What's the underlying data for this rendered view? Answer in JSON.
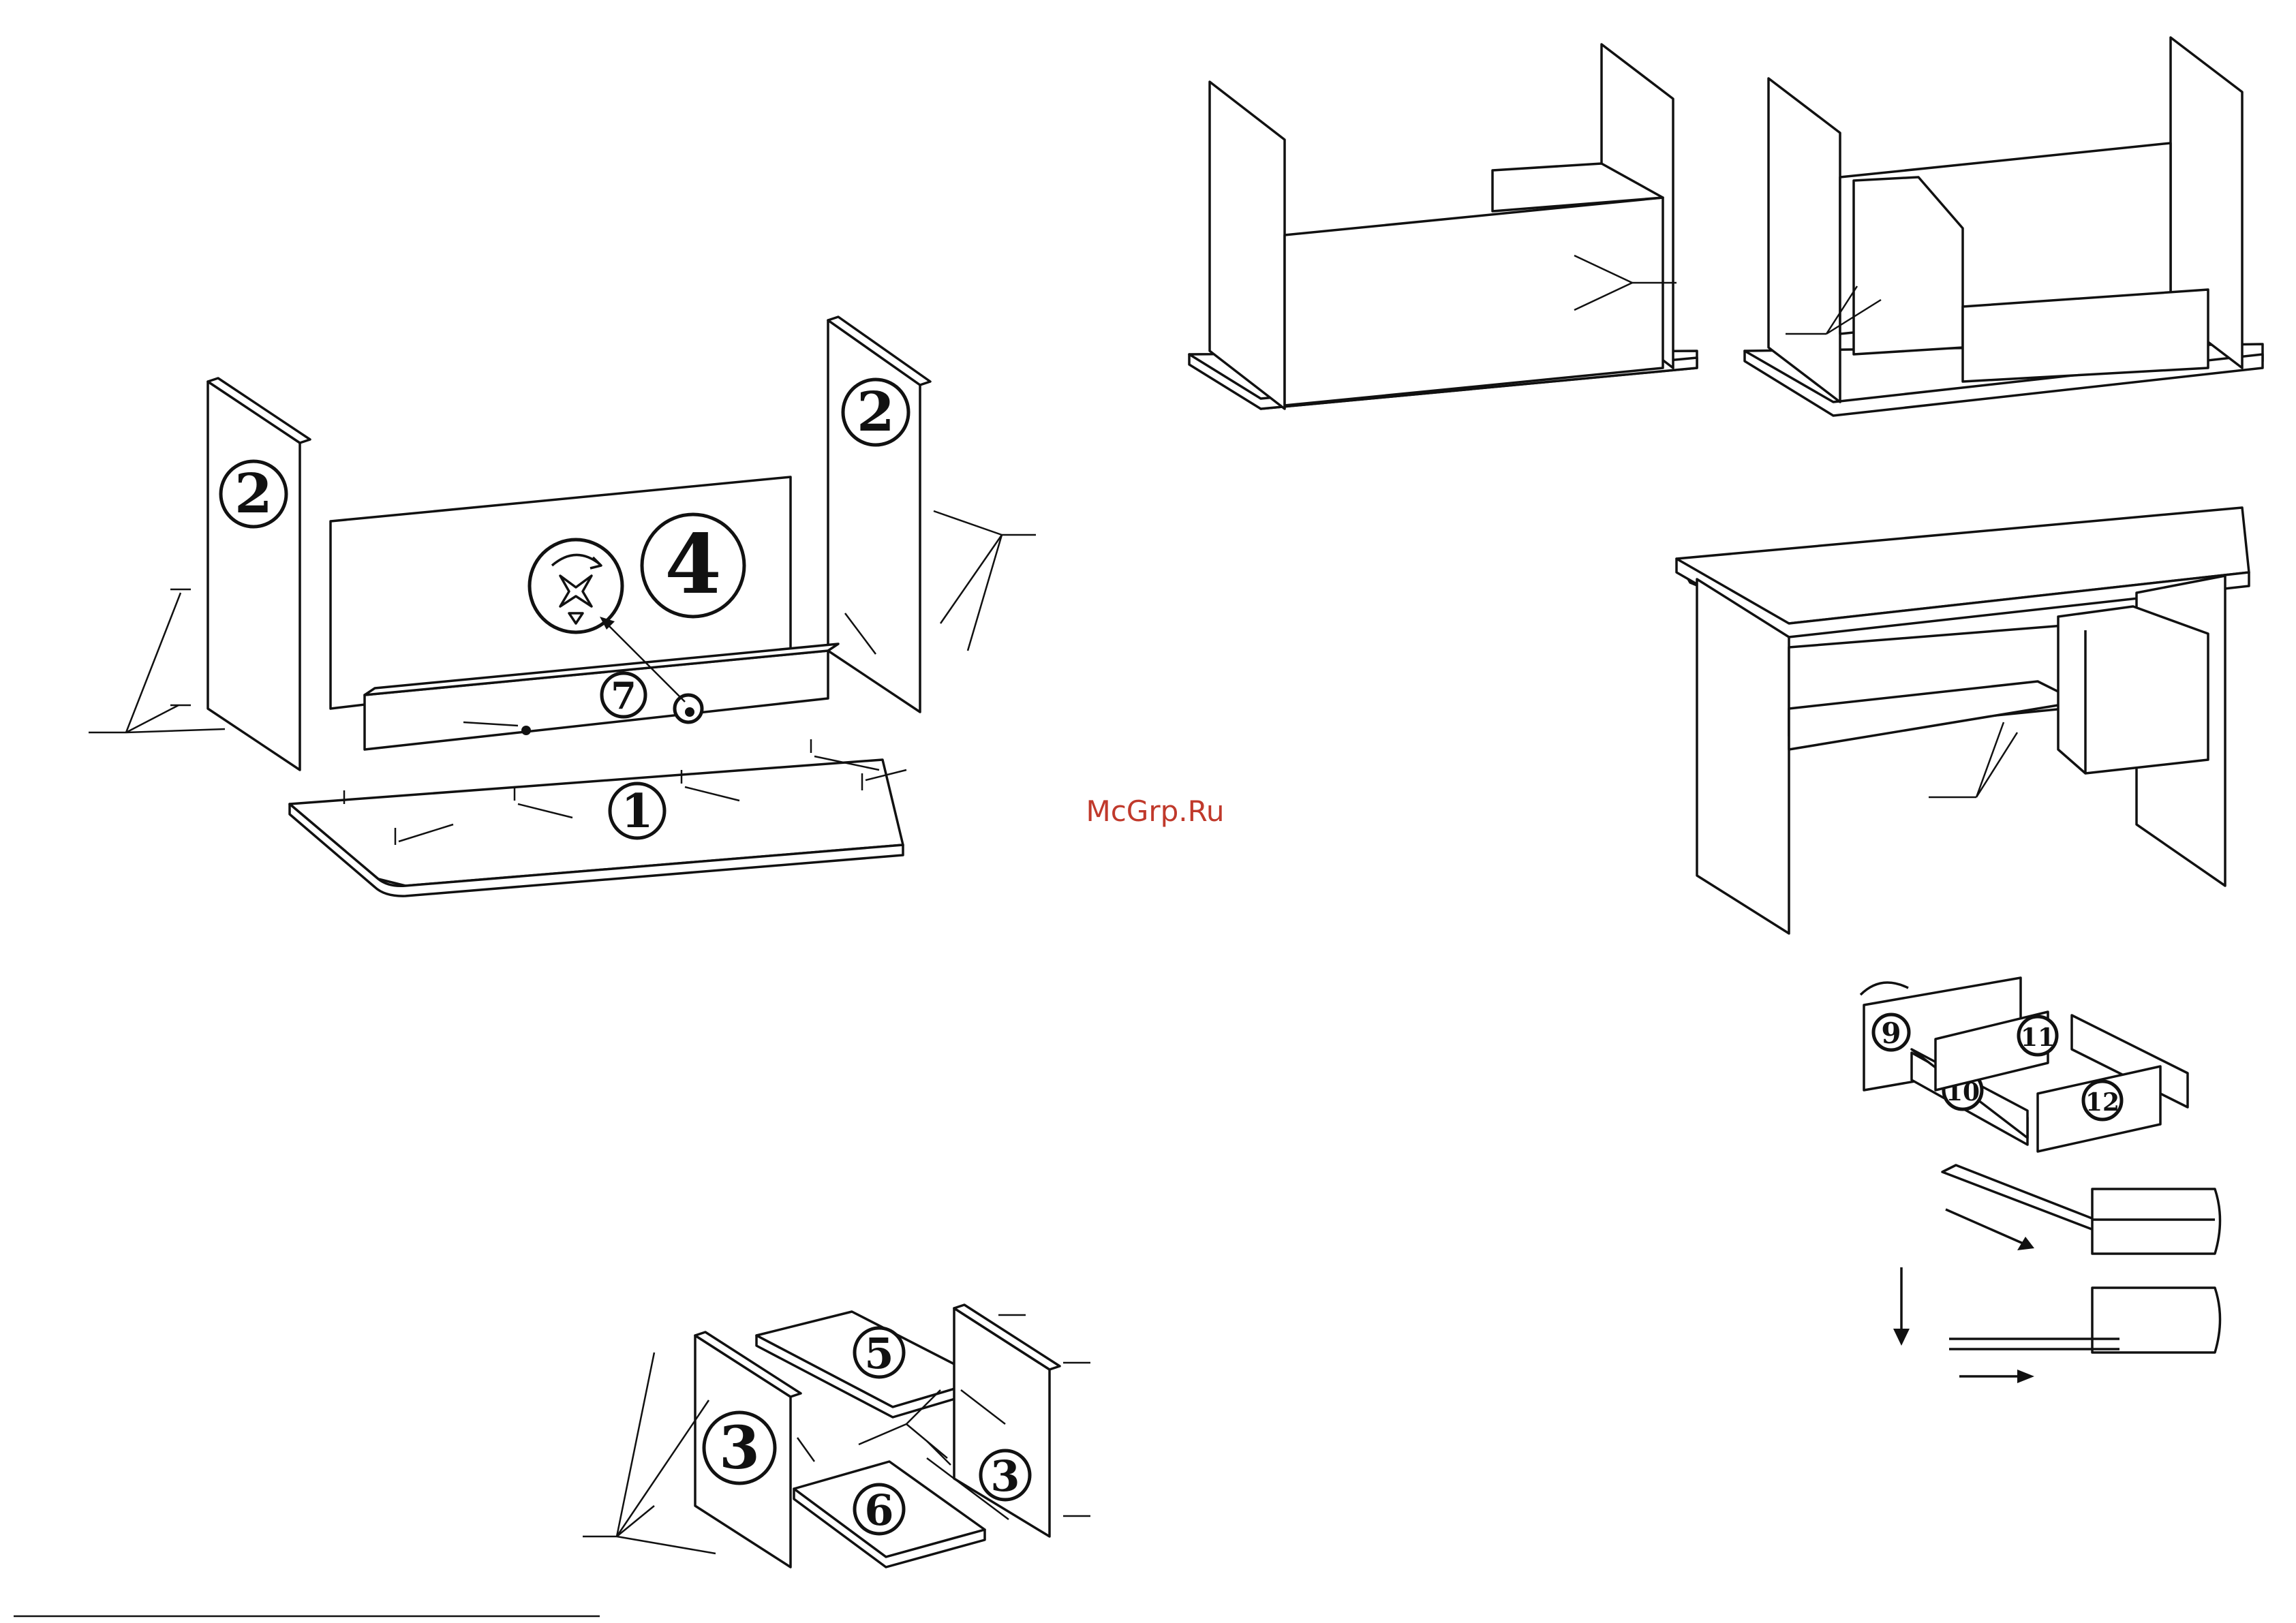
{
  "watermark": "McGrp.Ru",
  "parts": {
    "top": "1",
    "side": "2",
    "drawer_side": "3",
    "back_panel": "4",
    "cabinet_top": "5",
    "cabinet_bottom": "6",
    "front_rail": "7",
    "drawer_back": "9",
    "drawer_front": "10",
    "drawer_side_a": "11",
    "drawer_side_b": "12"
  },
  "colors": {
    "line": "#111111",
    "watermark": "#c0392b"
  }
}
